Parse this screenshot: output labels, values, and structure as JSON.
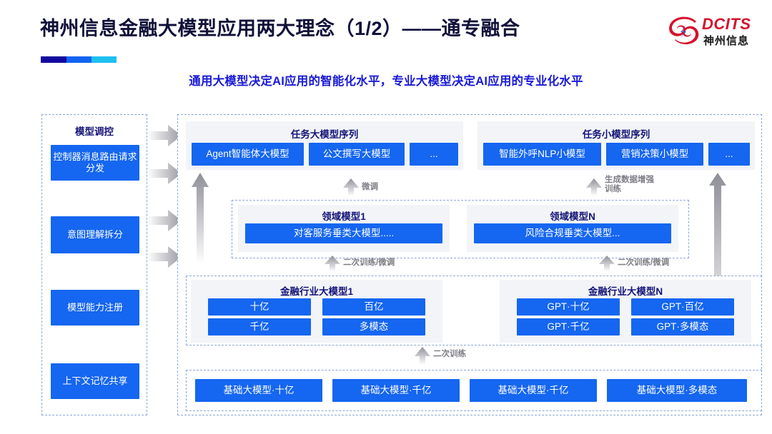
{
  "header": {
    "title": "神州信息金融大模型应用两大理念（1/2）——通专融合",
    "subtitle": "通用大模型决定AI应用的智能化水平，专业大模型决定AI应用的专业化水平",
    "logo_en": "DCITS",
    "logo_cn": "神州信息",
    "accent_navy": "#12079e",
    "accent_blue": "#1164f0",
    "accent_cyan": "#1fc0f0",
    "logo_red": "#d6122b"
  },
  "left_column": {
    "title": "模型调控",
    "items": [
      {
        "label": "控制器消息路由请求分发"
      },
      {
        "label": "意图理解拆分"
      },
      {
        "label": "模型能力注册"
      },
      {
        "label": "上下文记忆共享"
      }
    ]
  },
  "task_large": {
    "title": "任务大模型序列",
    "items": [
      "Agent智能体大模型",
      "公文撰写大模型",
      "..."
    ]
  },
  "task_small": {
    "title": "任务小模型序列",
    "items": [
      "智能外呼NLP小模型",
      "营销决策小模型",
      "..."
    ]
  },
  "domain_models": [
    {
      "title": "领域模型1",
      "item": "对客服务垂类大模型....."
    },
    {
      "title": "领域模型N",
      "item": "风险合规垂类大模型..."
    }
  ],
  "industry_models": [
    {
      "title": "金融行业大模型1",
      "items": [
        "十亿",
        "百亿",
        "千亿",
        "多模态"
      ]
    },
    {
      "title": "金融行业大模型N",
      "items": [
        "GPT·十亿",
        "GPT·百亿",
        "GPT·千亿",
        "GPT·多模态"
      ]
    }
  ],
  "base_models": {
    "items": [
      "基础大模型·十亿",
      "基础大模型·千亿",
      "基础大模型·千亿",
      "基础大模型·多模态"
    ]
  },
  "arrow_labels": {
    "finetune": "微调",
    "data_aug": "生成数据增强\n训练",
    "retrain_finetune_left": "二次训练/微调",
    "retrain_finetune_right": "二次训练/微调",
    "retrain": "二次训练"
  }
}
